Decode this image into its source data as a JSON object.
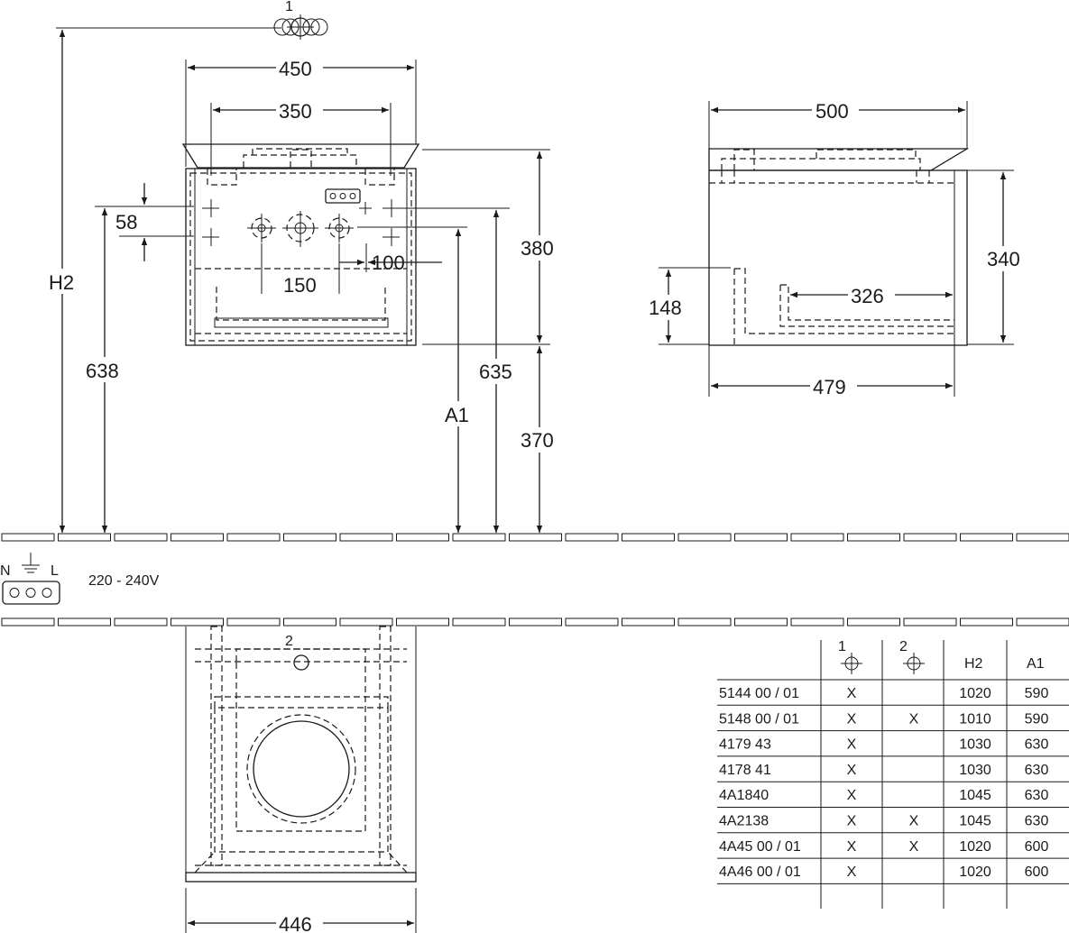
{
  "front_view": {
    "symbol_1_label": "1",
    "dim_width_outer": "450",
    "dim_width_inner": "350",
    "dim_height_top": "380",
    "dim_height_bottom": "370",
    "dim_total_height": "H2",
    "dim_floor_to_holes": "638",
    "dim_floor_to_pipe": "635",
    "dim_floor_to_a1": "A1",
    "dim_hole_vertical": "58",
    "dim_hole_spacing": "150",
    "dim_hole_offset": "100"
  },
  "side_view": {
    "dim_depth_top": "500",
    "dim_depth_bottom": "479",
    "dim_inner_depth": "326",
    "dim_height": "340",
    "dim_left_height": "148"
  },
  "electrical": {
    "label_n": "N",
    "label_l": "L",
    "voltage": "220 - 240V"
  },
  "top_view": {
    "symbol_2_label": "2",
    "dim_width": "446"
  },
  "table": {
    "headers": [
      "",
      "1",
      "2",
      "H2",
      "A1"
    ],
    "rows": [
      {
        "code": "5144 00 / 01",
        "c1": "X",
        "c2": "",
        "h2": "1020",
        "a1": "590"
      },
      {
        "code": "5148 00 / 01",
        "c1": "X",
        "c2": "X",
        "h2": "1010",
        "a1": "590"
      },
      {
        "code": "4179 43",
        "c1": "X",
        "c2": "",
        "h2": "1030",
        "a1": "630"
      },
      {
        "code": "4178 41",
        "c1": "X",
        "c2": "",
        "h2": "1030",
        "a1": "630"
      },
      {
        "code": "4A1840",
        "c1": "X",
        "c2": "",
        "h2": "1045",
        "a1": "630"
      },
      {
        "code": "4A2138",
        "c1": "X",
        "c2": "X",
        "h2": "1045",
        "a1": "630"
      },
      {
        "code": "4A45 00 / 01",
        "c1": "X",
        "c2": "X",
        "h2": "1020",
        "a1": "600"
      },
      {
        "code": "4A46 00 / 01",
        "c1": "X",
        "c2": "",
        "h2": "1020",
        "a1": "600"
      }
    ]
  }
}
